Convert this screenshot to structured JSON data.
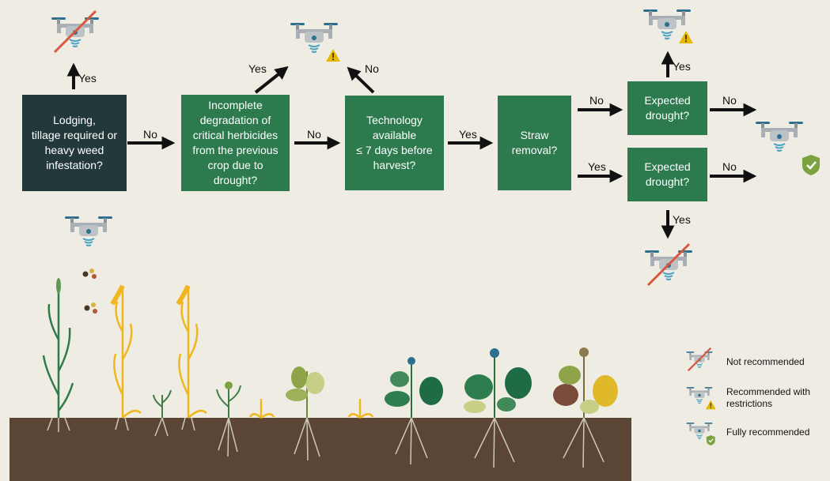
{
  "boxes": {
    "lodging": "Lodging,\ntillage required or\nheavy weed\ninfestation?",
    "degradation": "Incomplete\ndegradation of\ncritical herbicides\nfrom the previous\ncrop due to\ndrought?",
    "technology": "Technology\navailable\n≤ 7 days before\nharvest?",
    "straw": "Straw\nremoval?",
    "drought_top": "Expected\ndrought?",
    "drought_bottom": "Expected\ndrought?"
  },
  "labels": {
    "yes": "Yes",
    "no": "No"
  },
  "legend": {
    "not_recommended": "Not recommended",
    "restrictions": "Recommended with\nrestrictions",
    "fully": "Fully recommended"
  },
  "colors": {
    "background": "#efede3",
    "dark_box": "#22383a",
    "green_box": "#2c7a4d",
    "soil": "#5b4636",
    "warning": "#e6b800",
    "check": "#7ba23f",
    "cross": "#d9573f",
    "drone_body": "#a9b0b5",
    "drone_accent": "#2c6f8f"
  }
}
